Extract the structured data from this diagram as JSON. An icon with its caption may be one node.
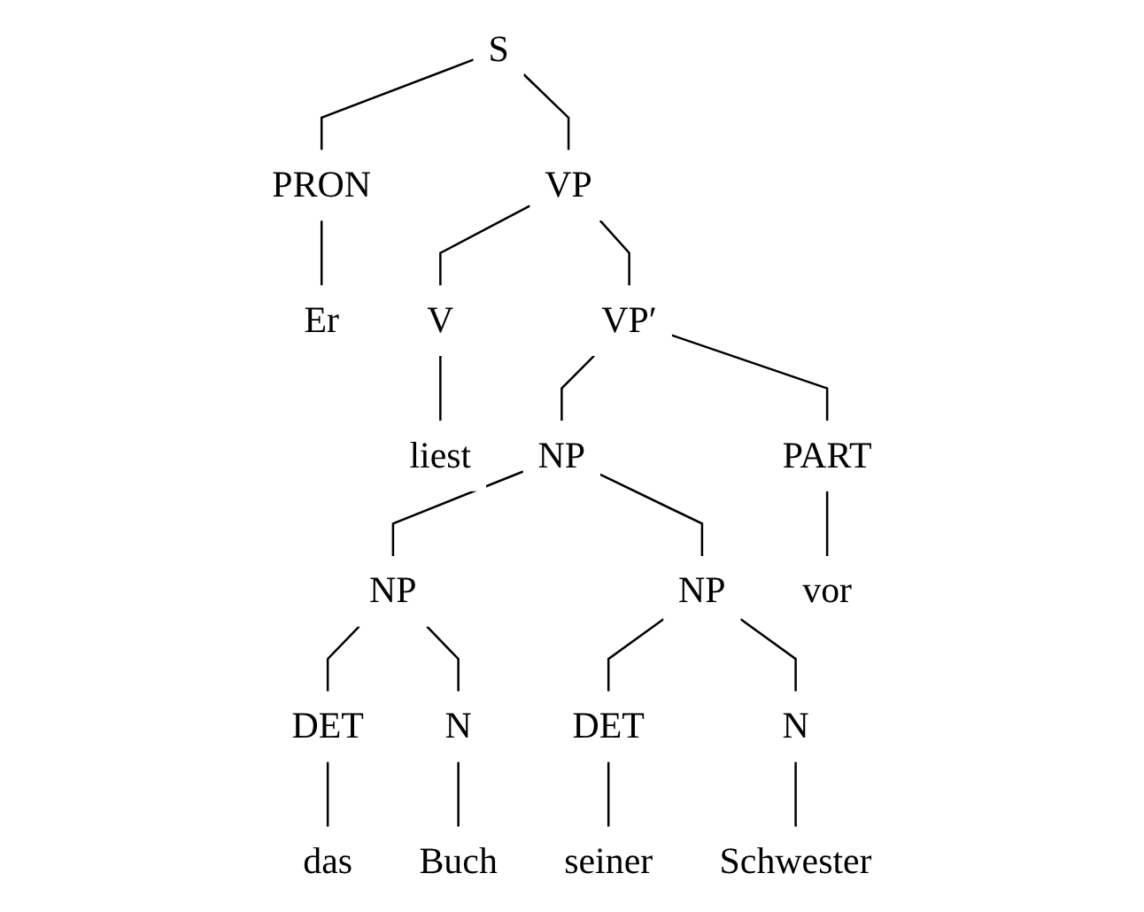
{
  "diagram": {
    "nodes": [
      {
        "text": [
          "S"
        ]
      },
      {
        "text": [
          "PRON"
        ]
      },
      {
        "text": [
          "VP"
        ]
      },
      {
        "text": [
          "Er"
        ]
      },
      {
        "text": [
          "V"
        ]
      },
      {
        "text": [
          "VP′"
        ]
      },
      {
        "text": [
          "liest"
        ]
      },
      {
        "text": [
          "NP"
        ]
      },
      {
        "text": [
          "PART"
        ]
      },
      {
        "text": [
          "NP"
        ]
      },
      {
        "text": [
          "NP"
        ]
      },
      {
        "text": [
          "vor"
        ]
      },
      {
        "text": [
          "DET"
        ]
      },
      {
        "text": [
          "N"
        ]
      },
      {
        "text": [
          "DET"
        ]
      },
      {
        "text": [
          "N"
        ]
      },
      {
        "text": [
          "das"
        ]
      },
      {
        "text": [
          "Buch"
        ]
      },
      {
        "text": [
          "seiner"
        ]
      },
      {
        "text": [
          "Schwester"
        ]
      }
    ],
    "edges": [
      {
        "from": 0,
        "to": 1,
        "arrow": "none"
      },
      {
        "from": 0,
        "to": 2,
        "arrow": "none"
      },
      {
        "from": 1,
        "to": 3,
        "arrow": "none"
      },
      {
        "from": 2,
        "to": 4,
        "arrow": "none"
      },
      {
        "from": 2,
        "to": 5,
        "arrow": "none"
      },
      {
        "from": 4,
        "to": 6,
        "arrow": "none"
      },
      {
        "from": 5,
        "to": 7,
        "arrow": "none"
      },
      {
        "from": 5,
        "to": 8,
        "arrow": "none"
      },
      {
        "from": 7,
        "to": 9,
        "arrow": "none"
      },
      {
        "from": 7,
        "to": 10,
        "arrow": "none"
      },
      {
        "from": 8,
        "to": 11,
        "arrow": "none"
      },
      {
        "from": 9,
        "to": 12,
        "arrow": "none"
      },
      {
        "from": 9,
        "to": 13,
        "arrow": "none"
      },
      {
        "from": 10,
        "to": 14,
        "arrow": "none"
      },
      {
        "from": 10,
        "to": 15,
        "arrow": "none"
      },
      {
        "from": 12,
        "to": 16,
        "arrow": "none"
      },
      {
        "from": 13,
        "to": 17,
        "arrow": "none"
      },
      {
        "from": 14,
        "to": 18,
        "arrow": "none"
      },
      {
        "from": 15,
        "to": 19,
        "arrow": "none"
      }
    ]
  }
}
